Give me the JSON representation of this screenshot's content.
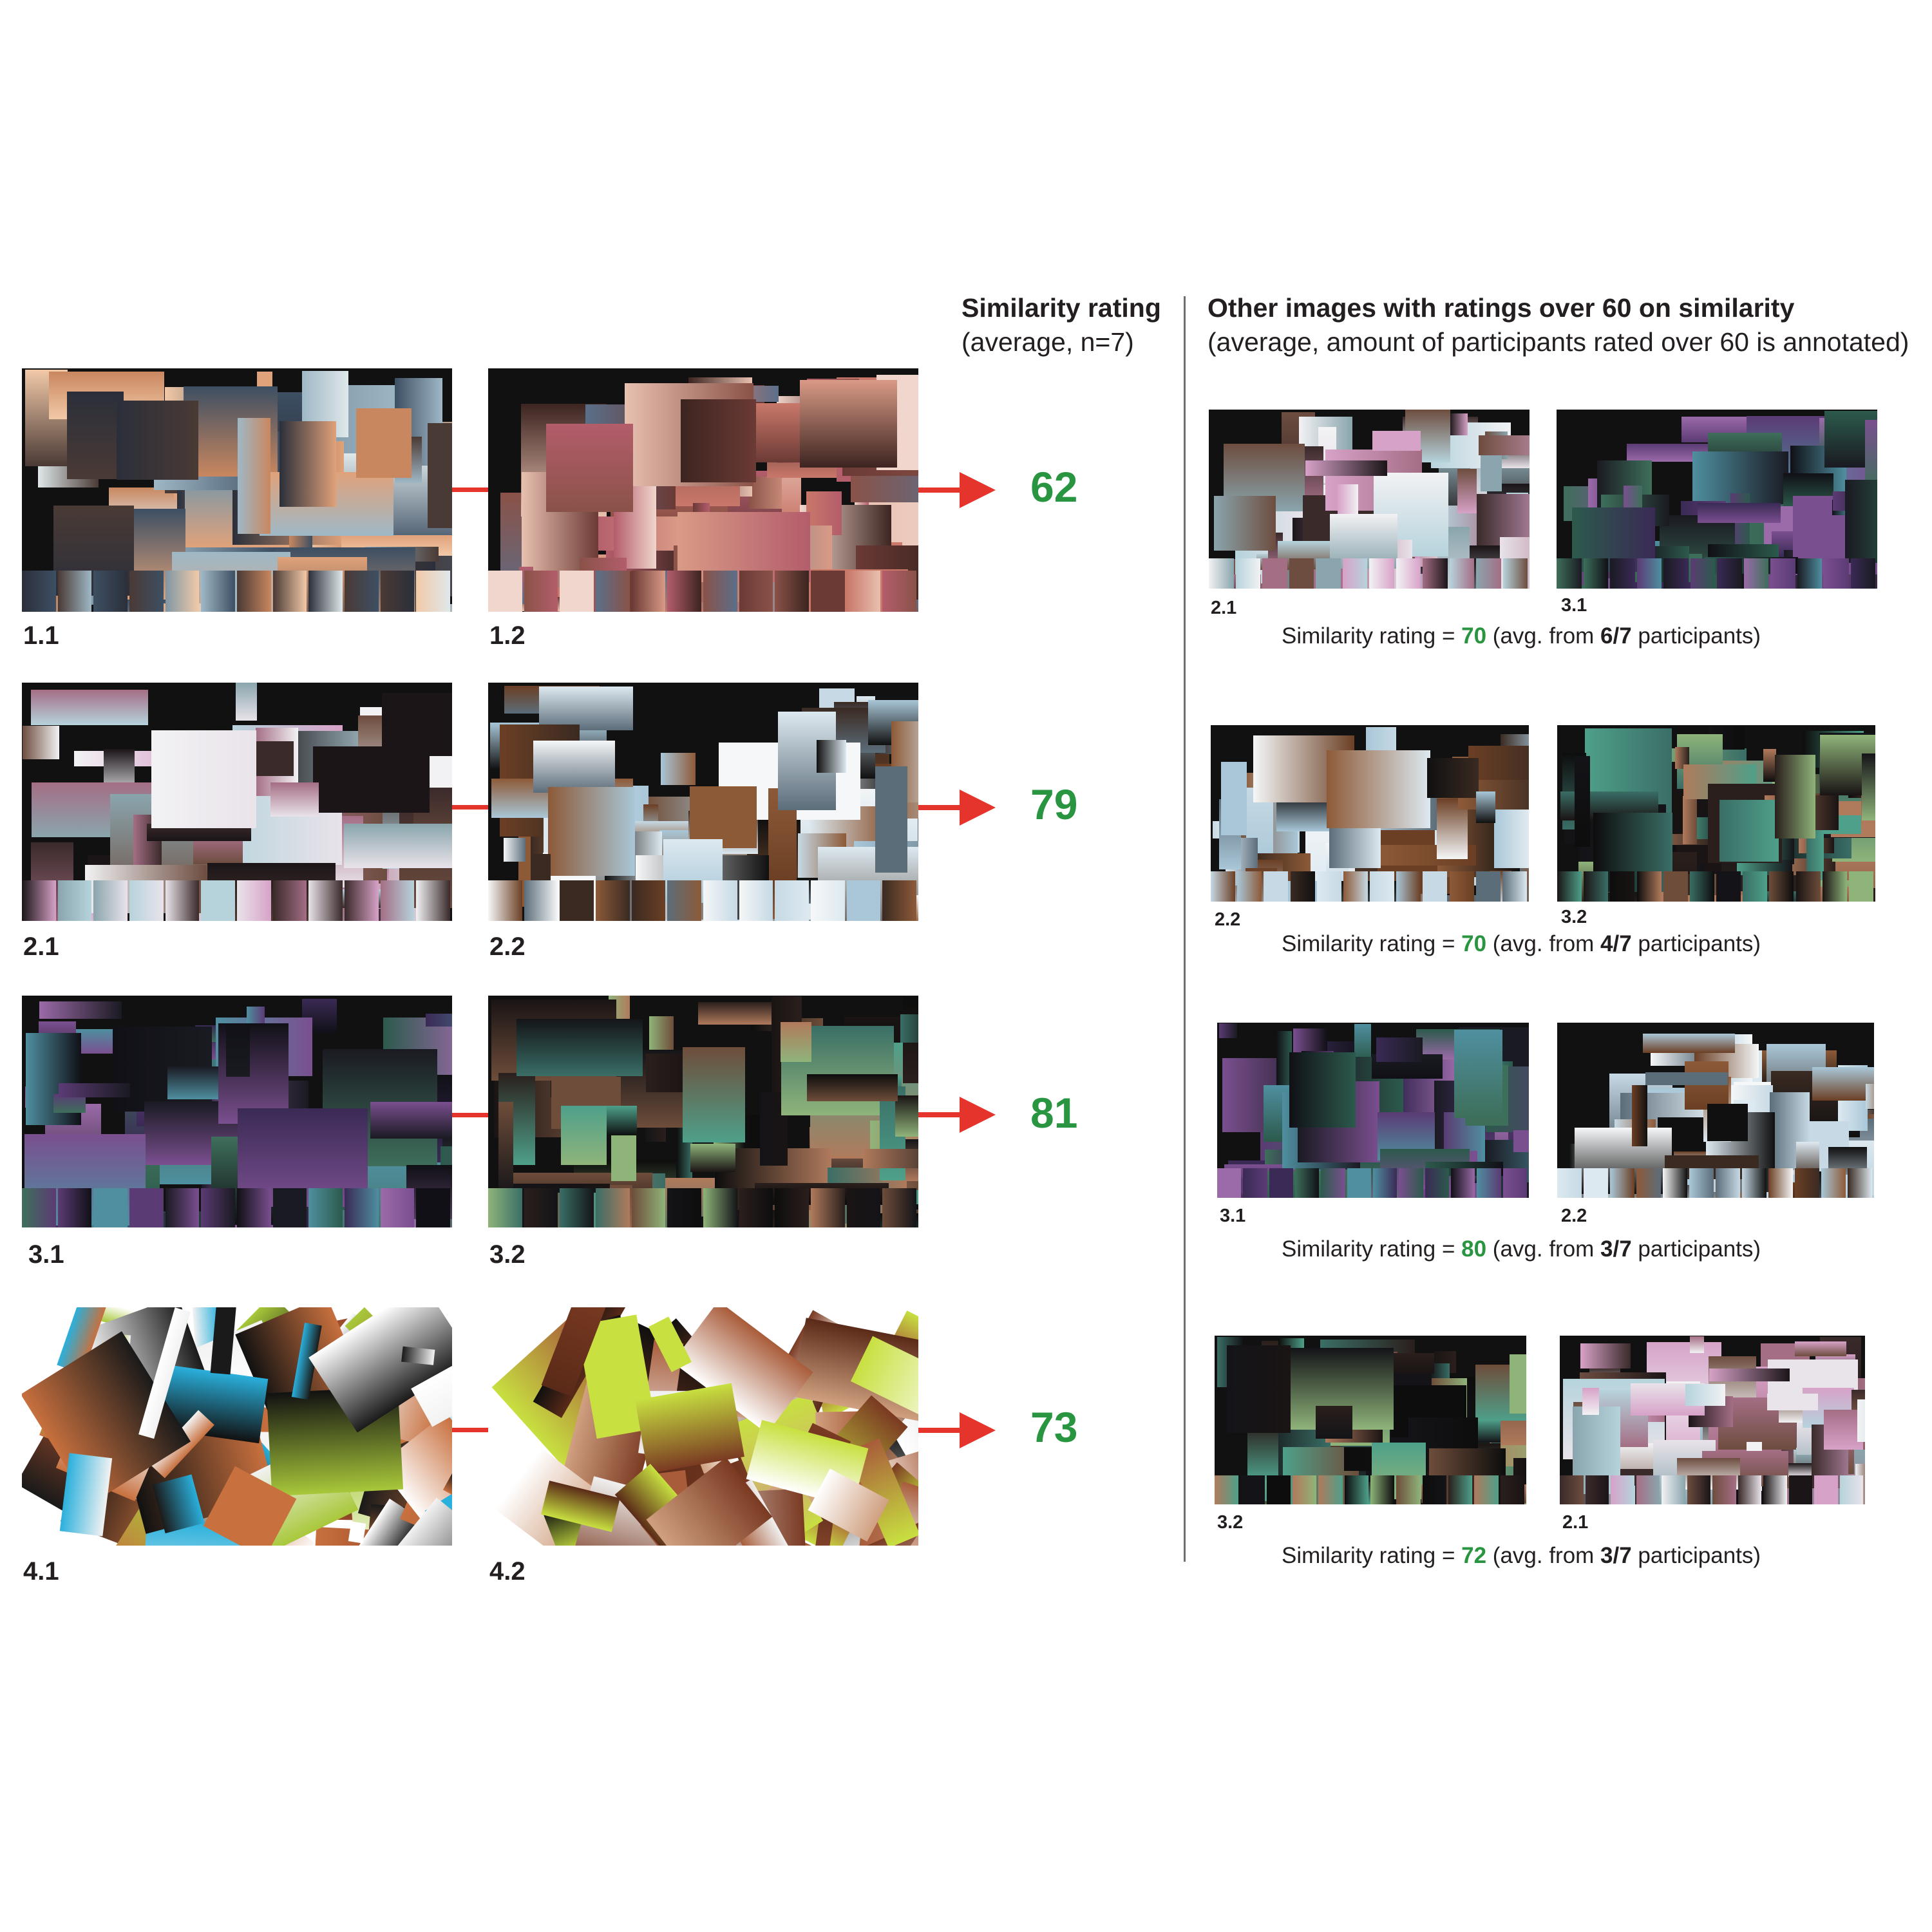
{
  "header": {
    "similarity_title": "Similarity rating",
    "similarity_sub": "(average, n=7)",
    "other_title": "Other images with ratings over 60 on similarity",
    "other_sub": "(average, amount of participants rated over 60 is annotated)"
  },
  "pairs": [
    {
      "left_label": "1.1",
      "right_label": "1.2",
      "score": "62",
      "palette": "cartoon"
    },
    {
      "left_label": "2.1",
      "right_label": "2.2",
      "score": "79",
      "palette": "pinkwhite"
    },
    {
      "left_label": "3.1",
      "right_label": "3.2",
      "score": "81",
      "palette": "purplegreen"
    },
    {
      "left_label": "4.1",
      "right_label": "4.2",
      "score": "73",
      "palette": "spiral"
    }
  ],
  "others": [
    {
      "left_label": "2.1",
      "right_label": "3.1",
      "cap_prefix": "Similarity rating = ",
      "value": "70",
      "cap_mid": " (avg. from ",
      "count": "6/7",
      "cap_suffix": " participants)"
    },
    {
      "left_label": "2.2",
      "right_label": "3.2",
      "cap_prefix": "Similarity rating = ",
      "value": "70",
      "cap_mid": " (avg. from ",
      "count": "4/7",
      "cap_suffix": " participants)"
    },
    {
      "left_label": "3.1",
      "right_label": "2.2",
      "cap_prefix": "Similarity rating = ",
      "value": "80",
      "cap_mid": " (avg. from ",
      "count": "3/7",
      "cap_suffix": " participants)"
    },
    {
      "left_label": "3.2",
      "right_label": "2.1",
      "cap_prefix": "Similarity rating = ",
      "value": "72",
      "cap_mid": " (avg. from ",
      "count": "3/7",
      "cap_suffix": " participants)"
    }
  ],
  "colors": {
    "score_green": "#2a9540",
    "arrow_red": "#e4342c"
  }
}
